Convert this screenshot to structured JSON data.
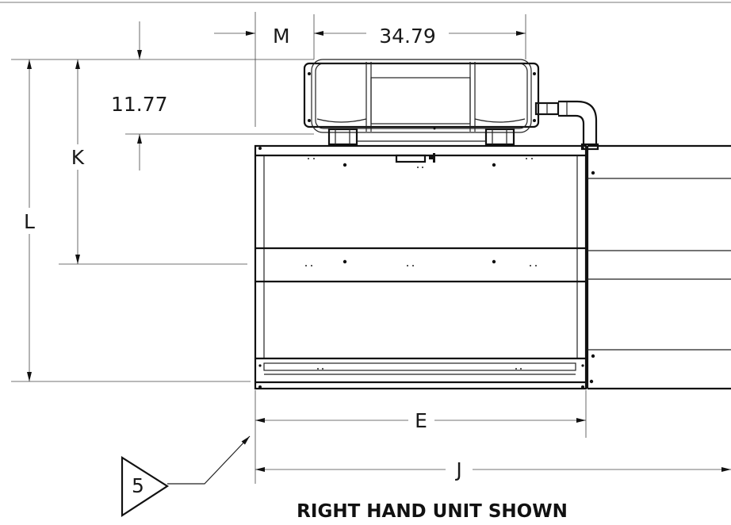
{
  "labels": {
    "m": "M",
    "width_dim": "34.79",
    "height_dim": "11.77",
    "k": "K",
    "l": "L",
    "e": "E",
    "j": "J",
    "note_number": "5",
    "caption": "RIGHT HAND UNIT SHOWN"
  }
}
